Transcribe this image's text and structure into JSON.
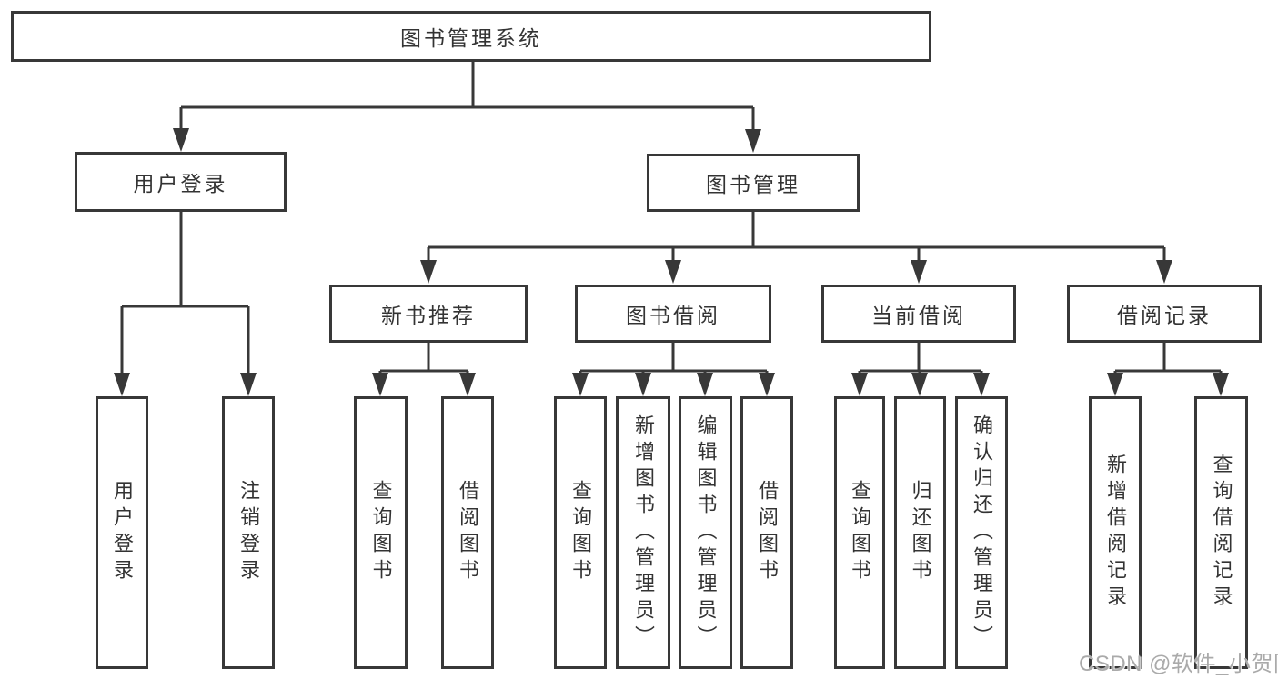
{
  "tree": {
    "label": "图书管理系统",
    "children": [
      {
        "label": "用户登录",
        "children": [
          {
            "label": "用户登录"
          },
          {
            "label": "注销登录"
          }
        ]
      },
      {
        "label": "图书管理",
        "children": [
          {
            "label": "新书推荐",
            "children": [
              {
                "label": "查询图书"
              },
              {
                "label": "借阅图书"
              }
            ]
          },
          {
            "label": "图书借阅",
            "children": [
              {
                "label": "查询图书"
              },
              {
                "label": "新增图书（管理员）"
              },
              {
                "label": "编辑图书（管理员）"
              },
              {
                "label": "借阅图书"
              }
            ]
          },
          {
            "label": "当前借阅",
            "children": [
              {
                "label": "查询图书"
              },
              {
                "label": "归还图书"
              },
              {
                "label": "确认归还（管理员）"
              }
            ]
          },
          {
            "label": "借阅记录",
            "children": [
              {
                "label": "新增借阅记录"
              },
              {
                "label": "查询借阅记录"
              }
            ]
          }
        ]
      }
    ]
  },
  "watermark": {
    "text": "CSDN @软件_小贺同学"
  },
  "colors": {
    "line": "#383838",
    "box_border": "#383838",
    "text": "#333333",
    "background": "#ffffff",
    "watermark": "#aaaaaa"
  }
}
